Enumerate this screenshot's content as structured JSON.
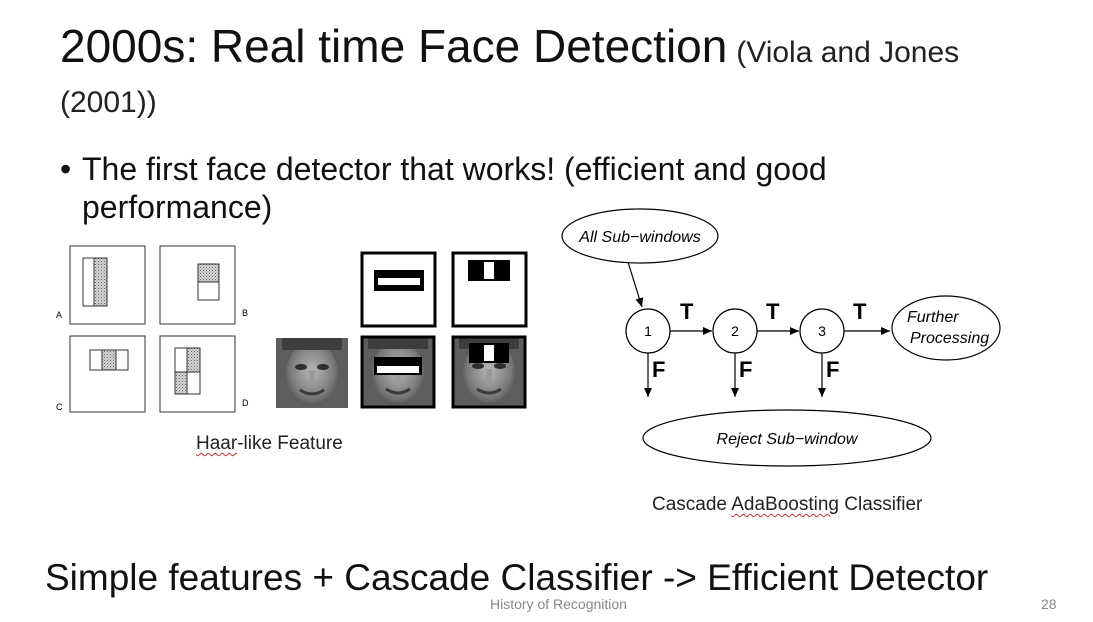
{
  "slide": {
    "title_main": "2000s: Real time Face Detection",
    "title_sub": "(Viola and Jones (2001))",
    "bullet_mark": "•",
    "bullet": "The first face detector that works! (efficient and good performance)",
    "haar_caption_a": "Haar",
    "haar_caption_b": "-like Feature",
    "cascade_caption_a": "Cascade ",
    "cascade_caption_b": "AdaBoosting",
    "cascade_caption_c": " Classifier",
    "bottom_line": "Simple features + Cascade Classifier -> Efficient Detector",
    "footer": "History of Recognition",
    "page_number": "28"
  },
  "haar_figure": {
    "panel_labels": [
      "A",
      "B",
      "C",
      "D"
    ]
  },
  "cascade": {
    "start": "All Sub−windows",
    "nodes": [
      "1",
      "2",
      "3"
    ],
    "true_label": "T",
    "false_label": "F",
    "further_line1": "Further",
    "further_line2": "Processing",
    "reject": "Reject Sub−window"
  }
}
